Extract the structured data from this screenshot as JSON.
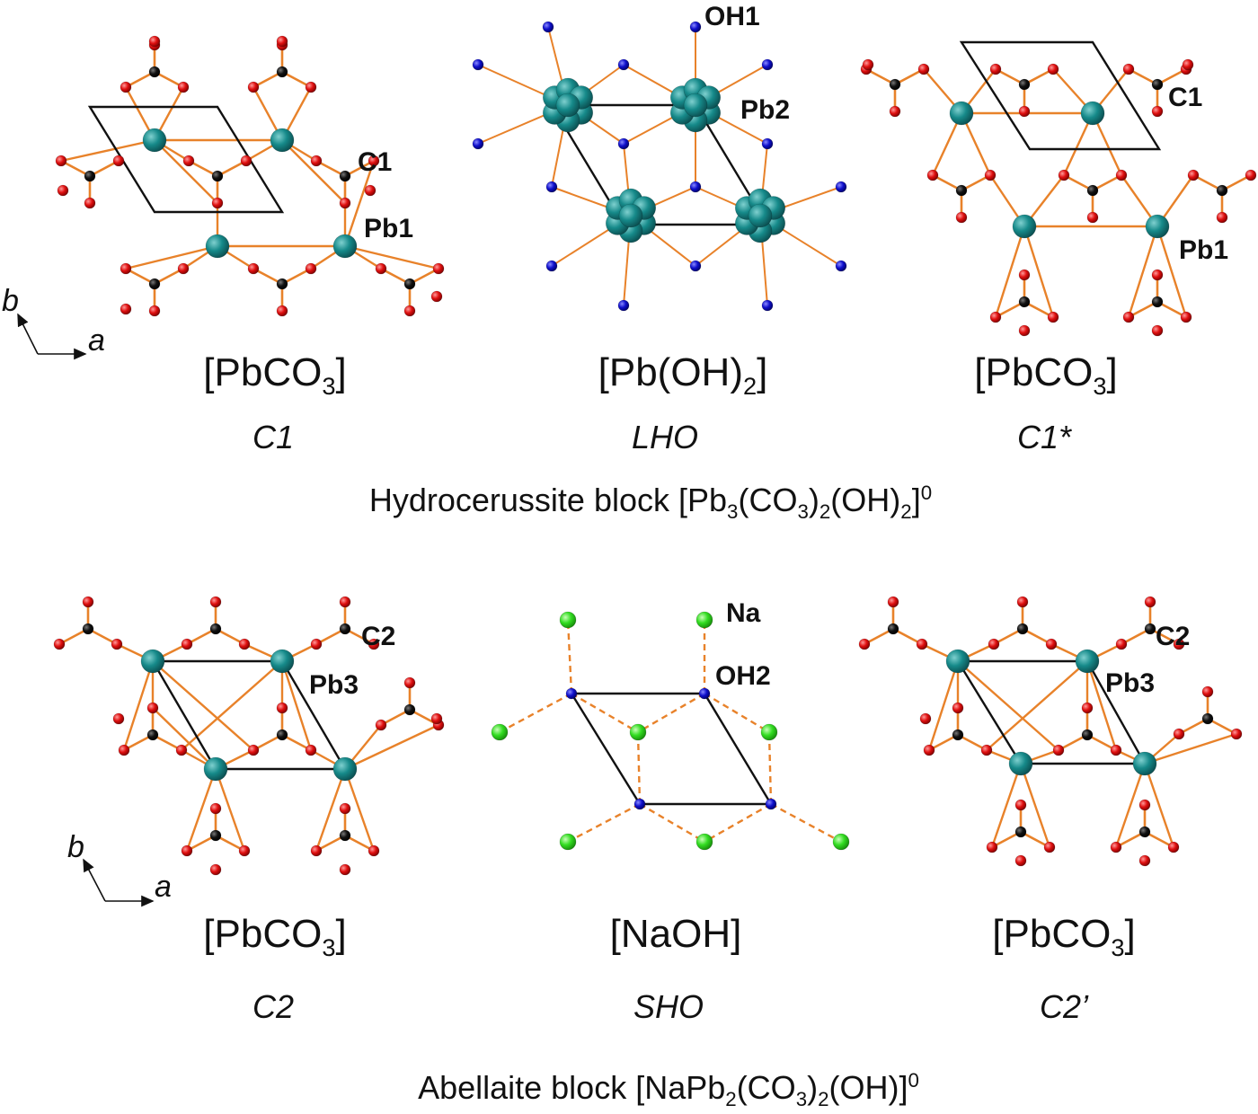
{
  "colors": {
    "pb": "#16868a",
    "oxygen": "#e01010",
    "carbon": "#111111",
    "hydroxyl": "#1010cc",
    "sodium": "#33dd22",
    "bond": "#e8822a",
    "cell": "#111111"
  },
  "top_row": {
    "left": {
      "formula": {
        "pre": "[PbCO",
        "sub": "3",
        "post": "]"
      },
      "code": "C1",
      "atom_labels": [
        "C1",
        "Pb1"
      ]
    },
    "middle": {
      "formula": {
        "pre": "[Pb(OH)",
        "sub": "2",
        "post": "]"
      },
      "code": "LHO",
      "atom_labels": [
        "OH1",
        "Pb2"
      ]
    },
    "right": {
      "formula": {
        "pre": "[PbCO",
        "sub": "3",
        "post": "]"
      },
      "code": "C1*",
      "atom_labels": [
        "C1",
        "Pb1"
      ]
    },
    "block": {
      "pre": "Hydrocerussite block [Pb",
      "s1": "3",
      "m1": "(CO",
      "s2": "3",
      "m2": ")",
      "s3": "2",
      "m3": "(OH)",
      "s4": "2",
      "m4": "]",
      "sup": "0"
    }
  },
  "bottom_row": {
    "left": {
      "formula": {
        "pre": "[PbCO",
        "sub": "3",
        "post": "]"
      },
      "code": "C2",
      "atom_labels": [
        "C2",
        "Pb3"
      ]
    },
    "middle": {
      "formula": {
        "text": "[NaOH]"
      },
      "code": "SHO",
      "atom_labels": [
        "Na",
        "OH2"
      ]
    },
    "right": {
      "formula": {
        "pre": "[PbCO",
        "sub": "3",
        "post": "]"
      },
      "code": "C2’",
      "atom_labels": [
        "C2",
        "Pb3"
      ]
    },
    "block": {
      "pre": "Abellaite block [NaPb",
      "s1": "2",
      "m1": "(CO",
      "s2": "3",
      "m2": ")",
      "s3": "2",
      "m3": "(OH)]",
      "sup": "0"
    }
  },
  "axes": {
    "a": "a",
    "b": "b"
  }
}
